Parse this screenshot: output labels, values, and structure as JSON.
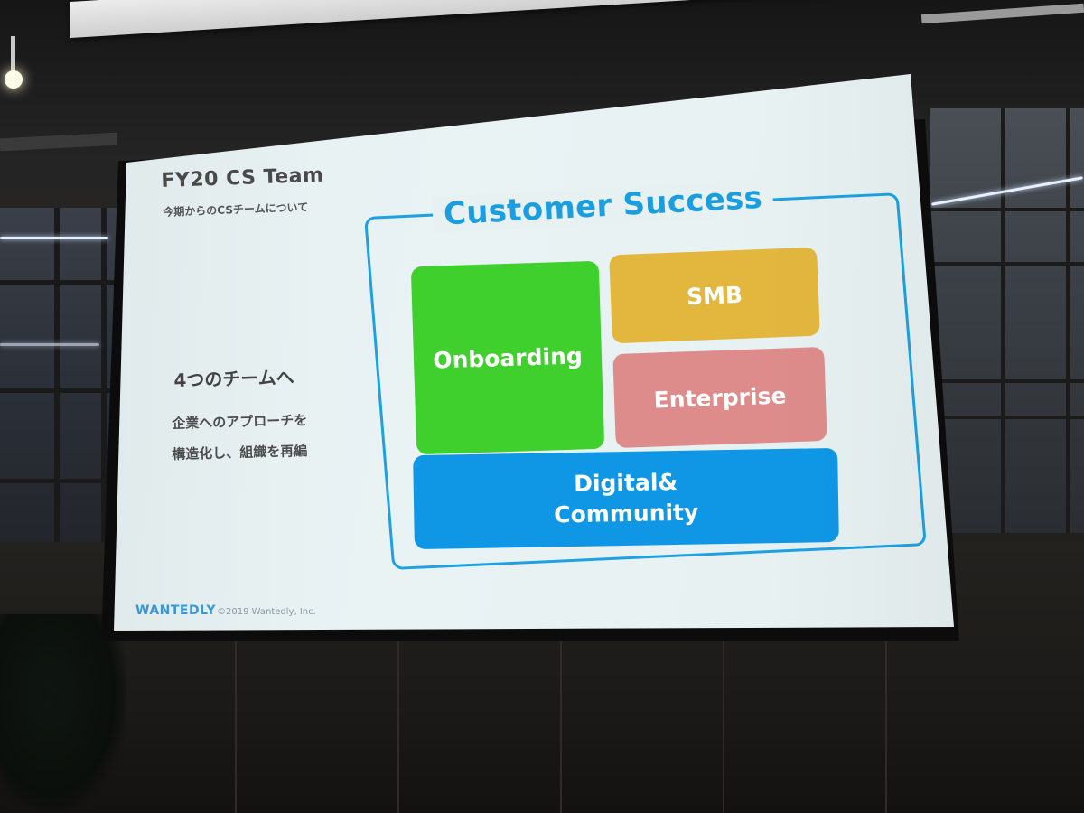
{
  "slide": {
    "title": "FY20 CS Team",
    "subtitle": "今期からのCSチームについて",
    "left_heading": "4つのチームへ",
    "left_lines": [
      "企業へのアプローチを",
      "構造化し、組織を再編"
    ],
    "section_heading": "Customer Success",
    "teams": {
      "onboarding": "Onboarding",
      "smb": "SMB",
      "enterprise": "Enterprise",
      "digital_line1": "Digital&",
      "digital_line2": "Community"
    },
    "footer": {
      "logo": "WANTEDLY",
      "copyright": "©2019 Wantedly, Inc."
    }
  },
  "colors": {
    "accent_blue": "#1b9ee0",
    "onboarding": "#3fd02e",
    "smb": "#e3b73e",
    "enterprise": "#dd8c8b",
    "digital": "#0f97e6"
  }
}
